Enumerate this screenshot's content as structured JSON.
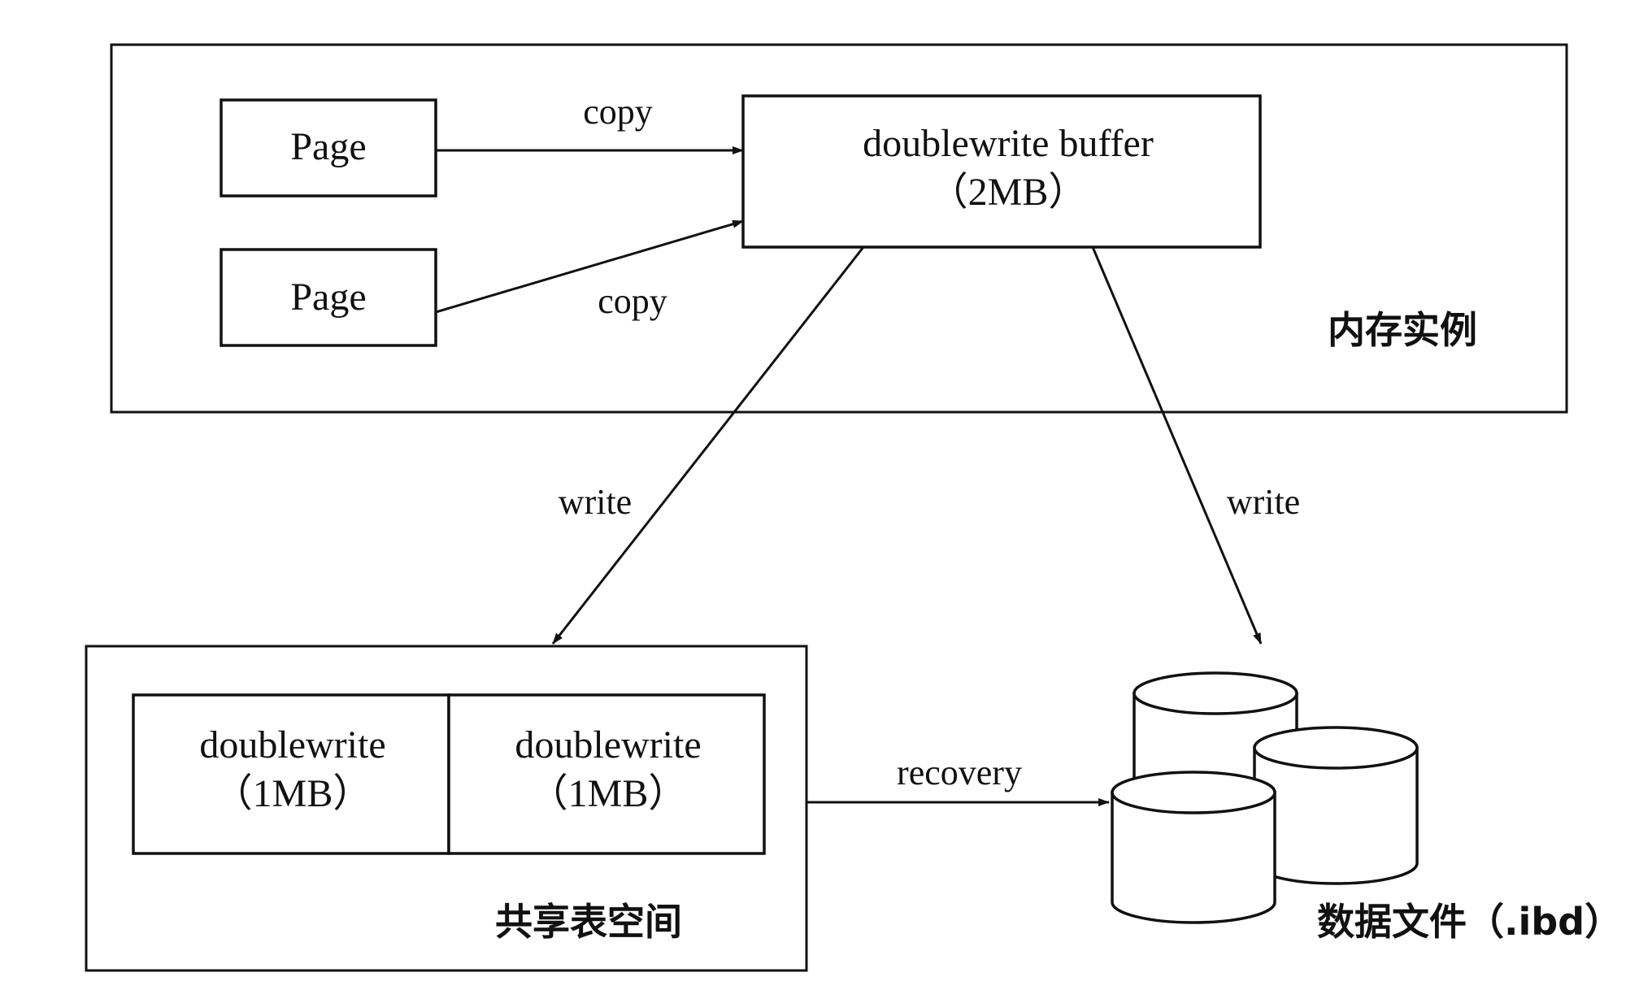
{
  "memory": {
    "label": "内存实例",
    "page_top": "Page",
    "page_bottom": "Page",
    "copy_top": "copy",
    "copy_bottom": "copy",
    "buffer_title": "doublewrite buffer",
    "buffer_size": "（2MB）"
  },
  "edges": {
    "write_left": "write",
    "write_right": "write",
    "recovery": "recovery"
  },
  "shared": {
    "label": "共享表空间",
    "cell_left_title": "doublewrite",
    "cell_left_size": "（1MB）",
    "cell_right_title": "doublewrite",
    "cell_right_size": "（1MB）"
  },
  "datafiles": {
    "label": "数据文件（.ibd）"
  },
  "colors": {
    "stroke": "#111111",
    "background": "#ffffff"
  }
}
